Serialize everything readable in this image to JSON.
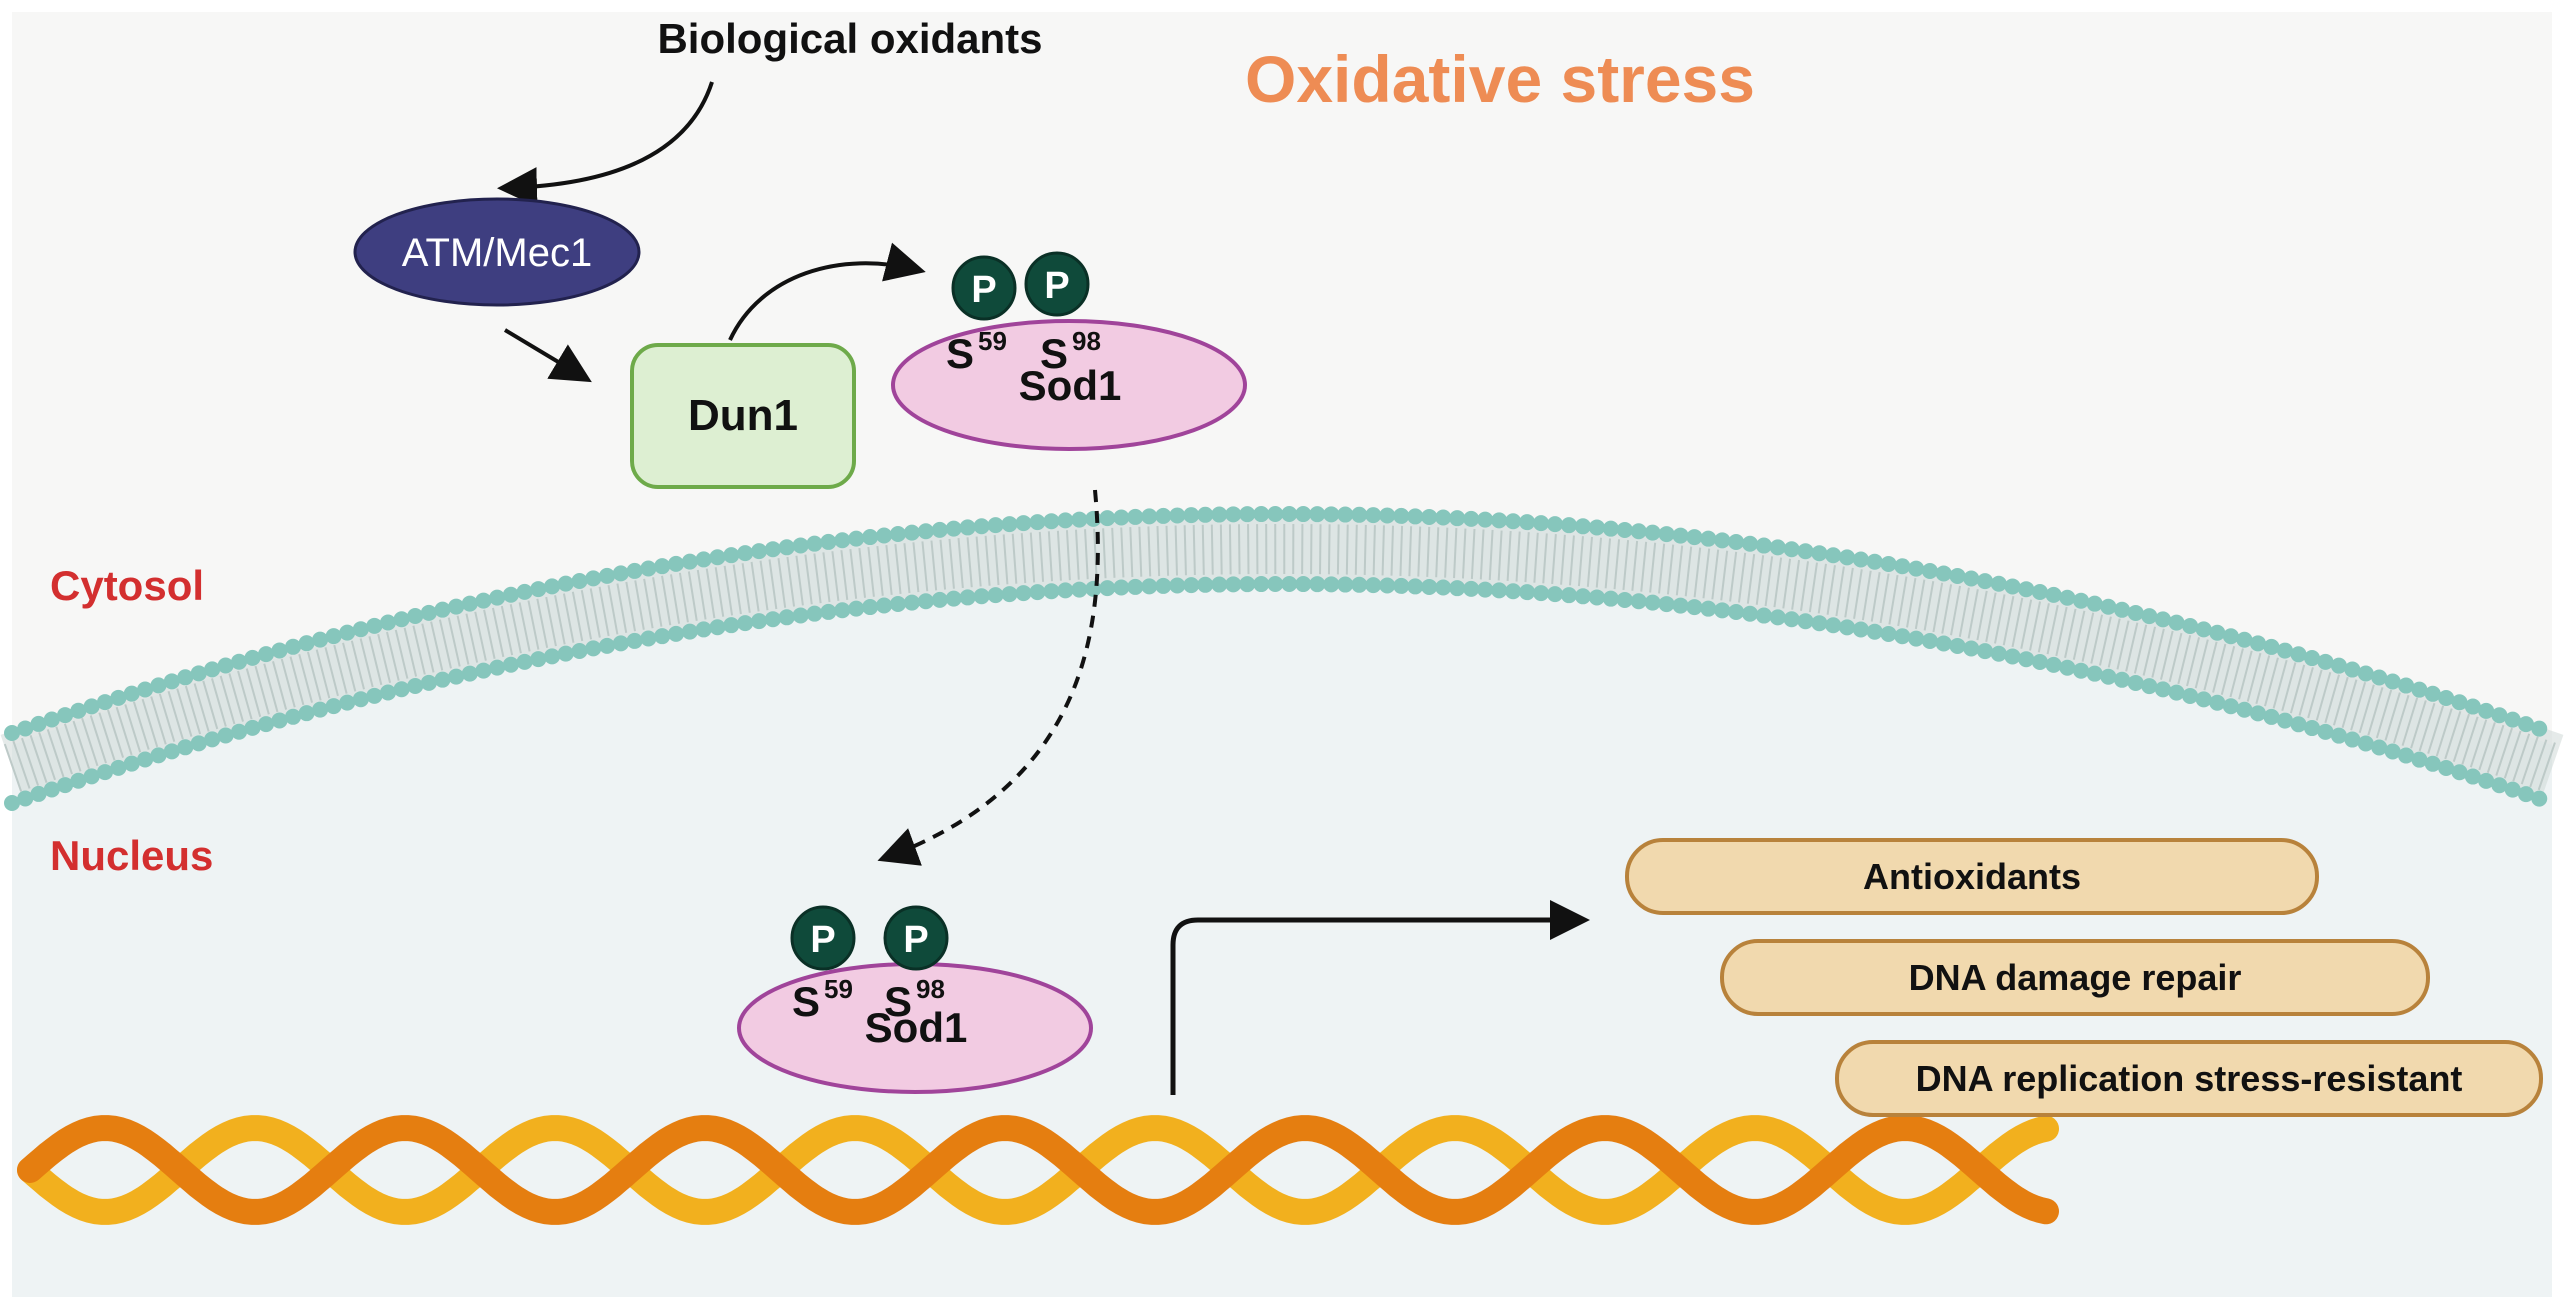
{
  "title": "Oxidative stress",
  "input_label": "Biological oxidants",
  "compartments": {
    "cytosol": "Cytosol",
    "nucleus": "Nucleus"
  },
  "kinases": {
    "atm": "ATM/Mec1",
    "dun1": "Dun1"
  },
  "sod1_cytosol": {
    "name": "Sod1",
    "phospho_left": "P",
    "phospho_right": "P",
    "site_left": "S",
    "site_left_num": "59",
    "site_right": "S",
    "site_right_num": "98"
  },
  "sod1_nucleus": {
    "name": "Sod1",
    "phospho_left": "P",
    "phospho_right": "P",
    "site_left": "S",
    "site_left_num": "59",
    "site_right": "S",
    "site_right_num": "98"
  },
  "outcomes": [
    "Antioxidants",
    "DNA damage repair",
    "DNA replication stress-resistant"
  ],
  "colors": {
    "title": "#EE8C54",
    "compartment_label": "#D32F2F",
    "atm_fill": "#3E3E80",
    "dun1_fill": "#DDEFD2",
    "dun1_stroke": "#6EAA4A",
    "sod1_fill": "#F2CBE2",
    "sod1_stroke": "#A0449A",
    "phospho_fill": "#0F4A3A",
    "membrane": "#86C6BC",
    "nucleus_bg": "#EEF3F4",
    "cytosol_bg": "#F7F7F6",
    "outcome_fill": "#F1D9AE",
    "outcome_stroke": "#B8823B",
    "dna_dark": "#E57E10",
    "dna_light": "#F2B01E"
  }
}
